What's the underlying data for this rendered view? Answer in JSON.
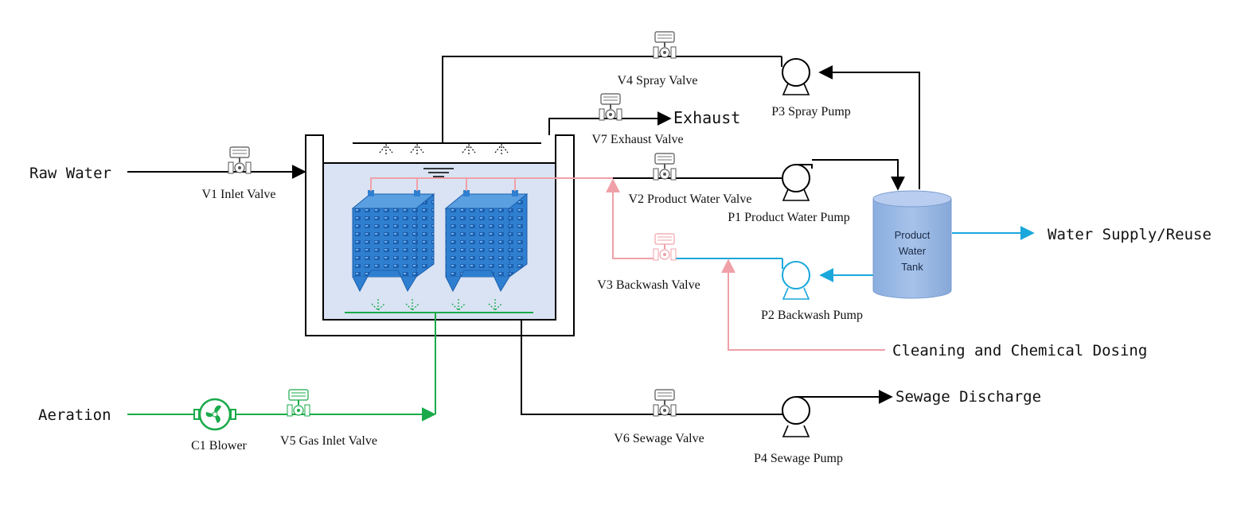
{
  "colors": {
    "line": "#000000",
    "water_pink": "#f0a0a8",
    "backwash_blue": "#1aa7dc",
    "aeration_green": "#1aaa4a",
    "tank_fill": "#d9e3f3",
    "module_blue": "#2f7fd0",
    "product_tank": "#95b5e2"
  },
  "inputs": {
    "raw_water": "Raw Water",
    "aeration": "Aeration"
  },
  "outputs": {
    "exhaust": "Exhaust",
    "water_supply": "Water Supply/Reuse",
    "cleaning": "Cleaning and Chemical Dosing",
    "sewage": "Sewage Discharge"
  },
  "valves": {
    "v1": "V1 Inlet Valve",
    "v2": "V2 Product Water Valve",
    "v3": "V3 Backwash Valve",
    "v4": "V4 Spray Valve",
    "v5": "V5 Gas Inlet Valve",
    "v6": "V6 Sewage Valve",
    "v7": "V7 Exhaust Valve"
  },
  "pumps": {
    "p1": "P1 Product Water Pump",
    "p2": "P2 Backwash Pump",
    "p3": "P3 Spray Pump",
    "p4": "P4 Sewage Pump"
  },
  "blower": {
    "c1": "C1 Blower"
  },
  "product_tank": {
    "line1": "Product",
    "line2": "Water",
    "line3": "Tank"
  }
}
